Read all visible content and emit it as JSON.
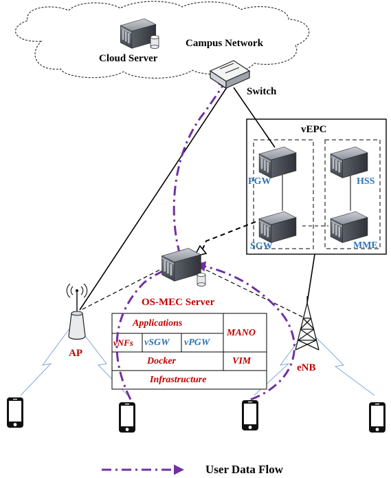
{
  "cloud": {
    "title": "Campus Network",
    "server_label": "Cloud Server"
  },
  "switch": {
    "label": "Switch"
  },
  "vepc": {
    "title": "vEPC",
    "pgw": "PGW",
    "sgw": "SGW",
    "hss": "HSS",
    "mme": "MME"
  },
  "mec": {
    "server_label": "OS-MEC Server",
    "stack": {
      "applications": "Applications",
      "vnfs": "vNFs",
      "vsgw": "vSGW",
      "vpgw": "vPGW",
      "mano": "MANO",
      "docker": "Docker",
      "vim": "VIM",
      "infrastructure": "Infrastructure"
    }
  },
  "access": {
    "ap": "AP",
    "enb": "eNB"
  },
  "legend": {
    "user_data_flow": "User Data Flow"
  },
  "colors": {
    "flow": "#7030a0",
    "label_red": "#c00000",
    "label_blue": "#2e75b6",
    "server_body": "#6b6f78",
    "phone": "#111111"
  },
  "icons": {
    "server": "server-icon",
    "switch": "switch-icon",
    "ap": "access-point-icon",
    "tower": "cell-tower-icon",
    "phone": "smartphone-icon",
    "cloud": "cloud-icon"
  }
}
